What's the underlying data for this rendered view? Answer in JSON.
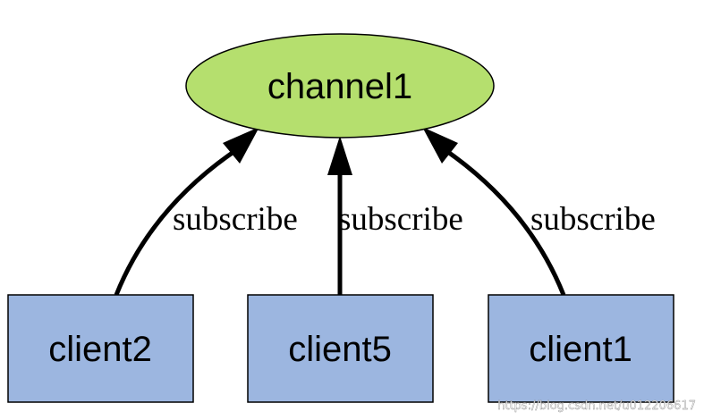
{
  "diagram": {
    "channel": {
      "label": "channel1",
      "fill": "#b5df6e",
      "stroke": "#000000"
    },
    "clients": [
      {
        "label": "client2"
      },
      {
        "label": "client5"
      },
      {
        "label": "client1"
      }
    ],
    "client_fill": "#9cb6e0",
    "client_stroke": "#000000",
    "edges": [
      {
        "from": "client2",
        "to": "channel1",
        "label": "subscribe"
      },
      {
        "from": "client5",
        "to": "channel1",
        "label": "subscribe"
      },
      {
        "from": "client1",
        "to": "channel1",
        "label": "subscribe"
      }
    ]
  },
  "watermark": "https://blog.csdn.net/u012206617"
}
